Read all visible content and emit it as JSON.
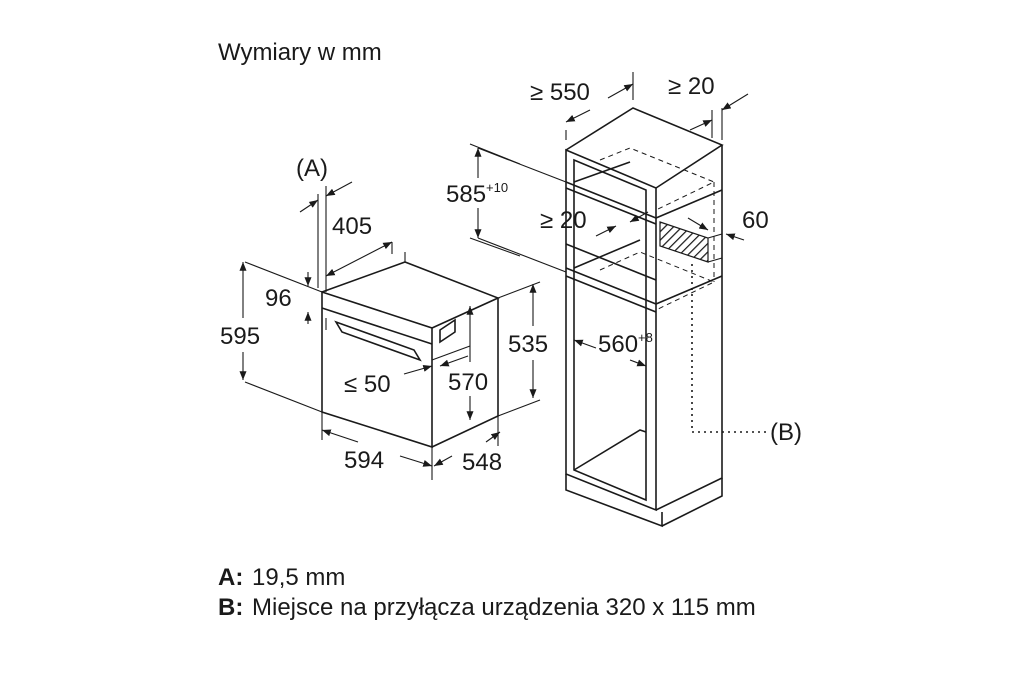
{
  "title": "Wymiary w mm",
  "dims": {
    "a_label": "(A)",
    "d405": "405",
    "d96": "96",
    "d595": "595",
    "d535": "535",
    "d570": "570",
    "d_le50": "≤ 50",
    "d594": "594",
    "d548": "548",
    "d_ge550": "≥ 550",
    "d_ge20_top": "≥ 20",
    "d585": "585",
    "d585_sup": "+10",
    "d_ge20_mid": "≥ 20",
    "d60": "60",
    "d560": "560",
    "d560_sup": "+8",
    "b_label": "(B)"
  },
  "legend": [
    {
      "key": "A:",
      "text": "19,5 mm"
    },
    {
      "key": "B:",
      "text": "Miejsce na przyłącza urządzenia 320 x 115 mm"
    }
  ]
}
